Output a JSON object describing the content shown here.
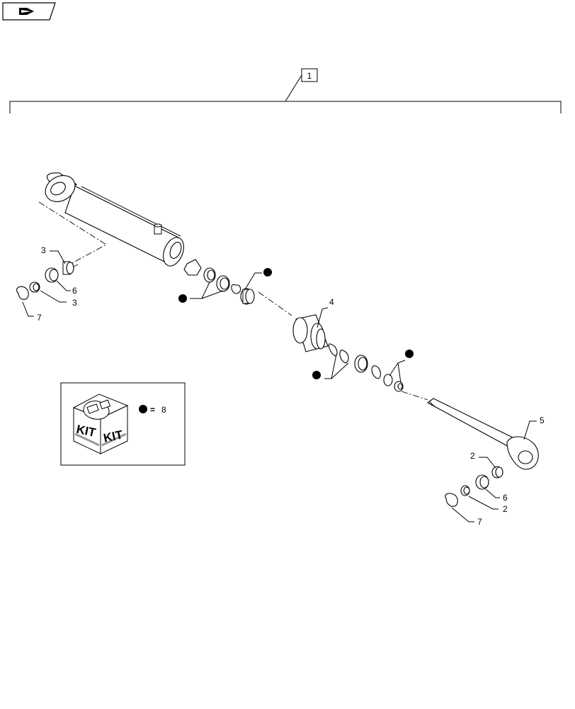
{
  "assembly_ref": "1",
  "callouts": {
    "c3a": "3",
    "c6a": "6",
    "c3b": "3",
    "c7a": "7",
    "c4": "4",
    "c5": "5",
    "c2a": "2",
    "c6b": "6",
    "c2b": "2",
    "c7b": "7"
  },
  "kit": {
    "word_left": "KIT",
    "word_right": "KIT",
    "equals": "=",
    "ref": "8"
  },
  "icons": {
    "nav": "forward-arrow-icon",
    "kit": "kit-box-icon",
    "bullet": "filled-dot-icon"
  }
}
